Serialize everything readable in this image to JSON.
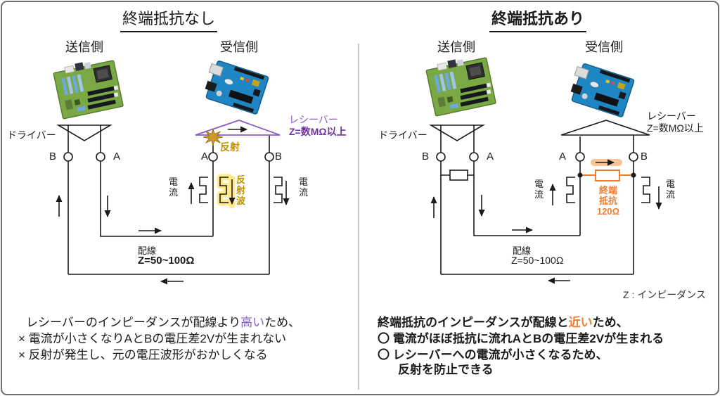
{
  "colors": {
    "purple_light": "#8B5CC6",
    "purple_dark": "#7030A0",
    "gold": "#BF9000",
    "gold_glow": "#FFE880",
    "orange": "#ED7D31",
    "orange_glow": "#F7C08F"
  },
  "panels": {
    "left": {
      "title": "終端抵抗なし",
      "sender": "送信側",
      "receiver": "受信側",
      "driver": "ドライバー",
      "receiver_name": "レシーバー",
      "receiver_impedance": "Z=数MΩ以上",
      "reflection": "反射",
      "reflected_wave": "反\n射\n波",
      "terminal_b_driver": "B",
      "terminal_a_driver": "A",
      "terminal_a_receiver": "A",
      "terminal_b_receiver": "B",
      "current_left": "電\n流",
      "current_right": "電\n流",
      "wiring": "配線",
      "wiring_impedance": "Z=50~100Ω",
      "summary": {
        "line1_pre": "レシーバーのインピーダンスが配線より",
        "line1_em": "高い",
        "line1_post": "ため、",
        "line2": "× 電流が小さくなりAとBの電圧差2Vが生まれない",
        "line3": "× 反射が発生し、元の電圧波形がおかしくなる"
      }
    },
    "right": {
      "title": "終端抵抗あり",
      "sender": "送信側",
      "receiver": "受信側",
      "driver": "ドライバー",
      "receiver_name": "レシーバー",
      "receiver_impedance": "Z=数MΩ以上",
      "termination_resistor": "終端\n抵抗\n120Ω",
      "terminal_b_driver": "B",
      "terminal_a_driver": "A",
      "terminal_a_receiver": "A",
      "terminal_b_receiver": "B",
      "current_left": "電\n流",
      "current_right": "電\n流",
      "wiring": "配線",
      "wiring_impedance": "Z=50~100Ω",
      "impedance_note": "Z : インピーダンス",
      "summary": {
        "line1_pre": "終端抵抗のインピーダンスが配線と",
        "line1_em": "近い",
        "line1_post": "ため、",
        "line2": "〇 電流がほぼ抵抗に流れAとBの電圧差2Vが生まれる",
        "line3": "〇 レシーバーへの電流が小さくなるため、",
        "line4": "反射を防止できる"
      }
    }
  }
}
